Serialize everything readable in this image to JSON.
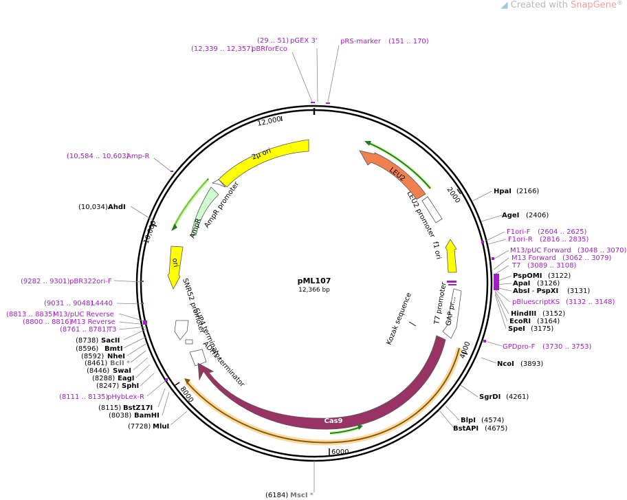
{
  "watermark": {
    "prefix": "Created with ",
    "brand": "SnapGene",
    "mark": "®"
  },
  "plasmid": {
    "name": "pML107",
    "size": "12,366 bp"
  },
  "ticks": [
    "2000",
    "4000",
    "6000",
    "8000",
    "10,000",
    "12,000"
  ],
  "features": [
    {
      "name": "2µ ori",
      "color": "#ffff00"
    },
    {
      "name": "AmpR promoter",
      "color": "#ffffff"
    },
    {
      "name": "AmpR",
      "color": "#ccffcc"
    },
    {
      "name": "ori",
      "color": "#ffff00"
    },
    {
      "name": "SNR52 promoter",
      "color": "#ffffff"
    },
    {
      "name": "SUP4 terminator",
      "color": "#ffffff"
    },
    {
      "name": "ADH1 terminator",
      "color": "#ffffff"
    },
    {
      "name": "Cas9",
      "color": "#993366"
    },
    {
      "name": "Kozak sequence",
      "color": "#000000"
    },
    {
      "name": "GAP pr...",
      "color": "#ffffff"
    },
    {
      "name": "T7 promoter",
      "color": "#ffffff"
    },
    {
      "name": "f1 ori",
      "color": "#ffff00"
    },
    {
      "name": "LEU2 promoter",
      "color": "#ffffff"
    },
    {
      "name": "LEU2",
      "color": "#f08050"
    }
  ],
  "right_labels": [
    {
      "name": "HpaI",
      "pos": "(2166)",
      "kind": "enzyme"
    },
    {
      "name": "AgeI",
      "pos": "(2406)",
      "kind": "enzyme"
    },
    {
      "name": "F1ori-F",
      "pos": "(2604 .. 2625)",
      "kind": "primer"
    },
    {
      "name": "F1ori-R",
      "pos": "(2816 .. 2835)",
      "kind": "primer"
    },
    {
      "name": "M13/pUC Forward",
      "pos": "(3048 .. 3070)",
      "kind": "primer"
    },
    {
      "name": "M13 Forward",
      "pos": "(3062 .. 3079)",
      "kind": "primer"
    },
    {
      "name": "T7",
      "pos": "(3089 .. 3108)",
      "kind": "primer"
    },
    {
      "name": "PspOMI",
      "pos": "(3122)",
      "kind": "enzyme"
    },
    {
      "name": "ApaI",
      "pos": "(3126)",
      "kind": "enzyme"
    },
    {
      "name": "AbsI",
      "sep": " - ",
      "name2": "PspXI",
      "pos": "(3131)",
      "kind": "enzyme"
    },
    {
      "name": "pBluescriptKS",
      "pos": "(3132 .. 3148)",
      "kind": "primer"
    },
    {
      "name": "HindIII",
      "pos": "(3152)",
      "kind": "enzyme"
    },
    {
      "name": "EcoRI",
      "pos": "(3164)",
      "kind": "enzyme"
    },
    {
      "name": "SpeI",
      "pos": "(3175)",
      "kind": "enzyme"
    },
    {
      "name": "GPDpro-F",
      "pos": "(3730 .. 3753)",
      "kind": "primer"
    },
    {
      "name": "NcoI",
      "pos": "(3893)",
      "kind": "enzyme"
    },
    {
      "name": "SgrDI",
      "pos": "(4261)",
      "kind": "enzyme"
    },
    {
      "name": "BlpI",
      "pos": "(4574)",
      "kind": "enzyme"
    },
    {
      "name": "BstAPI",
      "pos": "(4675)",
      "kind": "enzyme"
    }
  ],
  "left_labels": [
    {
      "name": "Amp-R",
      "pos": "(10,584 .. 10,603)",
      "kind": "primer"
    },
    {
      "name": "AhdI",
      "pos": "(10,034)",
      "kind": "enzyme"
    },
    {
      "name": "pBR322ori-F",
      "pos": "(9282 .. 9301)",
      "kind": "primer"
    },
    {
      "name": "L4440",
      "pos": "(9031 .. 9048)",
      "kind": "primer"
    },
    {
      "name": "M13/pUC Reverse",
      "pos": "(8813 .. 8835)",
      "kind": "primer"
    },
    {
      "name": "M13 Reverse",
      "pos": "(8800 .. 8816)",
      "kind": "primer"
    },
    {
      "name": "T3",
      "pos": "(8761 .. 8781)",
      "kind": "primer"
    },
    {
      "name": "SacII",
      "pos": "(8738)",
      "kind": "enzyme"
    },
    {
      "name": "BmtI",
      "pos": "(8596)",
      "kind": "enzyme"
    },
    {
      "name": "NheI",
      "pos": "(8592)",
      "kind": "enzyme"
    },
    {
      "name": "BclI",
      "suffix": " *",
      "pos": "(8461)",
      "kind": "enzyme-gray"
    },
    {
      "name": "SwaI",
      "pos": "(8446)",
      "kind": "enzyme"
    },
    {
      "name": "EagI",
      "pos": "(8288)",
      "kind": "enzyme"
    },
    {
      "name": "SphI",
      "pos": "(8247)",
      "kind": "enzyme"
    },
    {
      "name": "pHybLex-R",
      "pos": "(8111 .. 8135)",
      "kind": "primer"
    },
    {
      "name": "BstZ17I",
      "pos": "(8115)",
      "kind": "enzyme"
    },
    {
      "name": "BamHI",
      "pos": "(8038)",
      "kind": "enzyme"
    },
    {
      "name": "MluI",
      "pos": "(7728)",
      "kind": "enzyme"
    }
  ],
  "top_labels": [
    {
      "name": "pGEX 3'",
      "pos": "(29 .. 51)",
      "kind": "primer"
    },
    {
      "name": "pBRforEco",
      "pos": "(12,339 .. 12,357)",
      "kind": "primer"
    },
    {
      "name": "pRS-marker",
      "pos": "(151 .. 170)",
      "kind": "primer"
    }
  ],
  "bottom_label": {
    "name": "MscI",
    "suffix": " *",
    "pos": "(6184)",
    "kind": "enzyme-gray"
  }
}
